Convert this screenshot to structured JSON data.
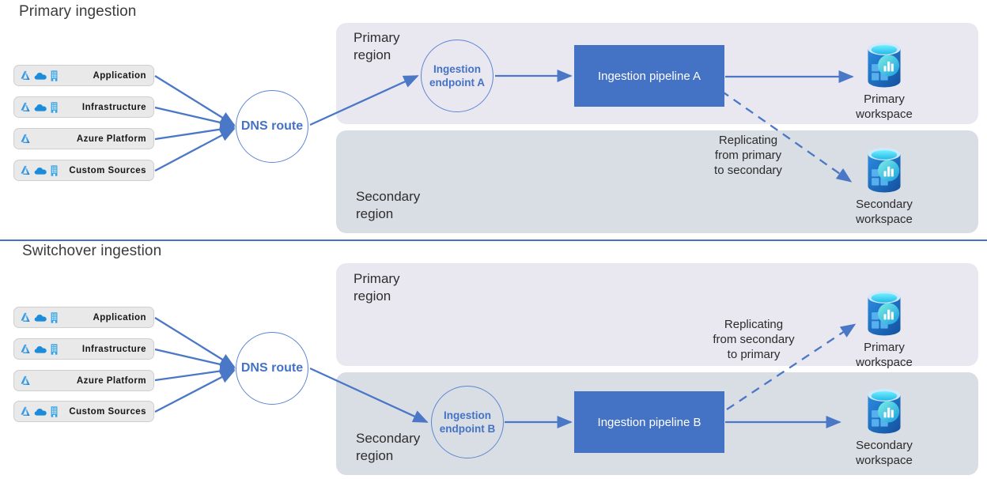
{
  "diagram": {
    "sections": [
      {
        "id": "primary-ingestion",
        "title": "Primary ingestion",
        "sources": [
          {
            "label": "Application",
            "icons": [
              "azure-logo-icon",
              "cloud-icon",
              "building-icon"
            ]
          },
          {
            "label": "Infrastructure",
            "icons": [
              "azure-logo-icon",
              "cloud-icon",
              "building-icon"
            ]
          },
          {
            "label": "Azure Platform",
            "icons": [
              "azure-logo-icon"
            ]
          },
          {
            "label": "Custom Sources",
            "icons": [
              "azure-logo-icon",
              "cloud-icon",
              "building-icon"
            ]
          }
        ],
        "router": {
          "label": "DNS\nroute"
        },
        "primary_region": {
          "label": "Primary\nregion",
          "endpoint": "Ingestion\nendpoint\nA",
          "pipeline": "Ingestion pipeline A",
          "workspace": "Primary\nworkspace"
        },
        "secondary_region": {
          "label": "Secondary\nregion",
          "endpoint": "",
          "pipeline": "",
          "workspace": "Secondary\nworkspace"
        },
        "replication_note": "Replicating\nfrom primary\nto secondary"
      },
      {
        "id": "switchover-ingestion",
        "title": "Switchover ingestion",
        "sources": [
          {
            "label": "Application",
            "icons": [
              "azure-logo-icon",
              "cloud-icon",
              "building-icon"
            ]
          },
          {
            "label": "Infrastructure",
            "icons": [
              "azure-logo-icon",
              "cloud-icon",
              "building-icon"
            ]
          },
          {
            "label": "Azure Platform",
            "icons": [
              "azure-logo-icon"
            ]
          },
          {
            "label": "Custom Sources",
            "icons": [
              "azure-logo-icon",
              "cloud-icon",
              "building-icon"
            ]
          }
        ],
        "router": {
          "label": "DNS\nroute"
        },
        "primary_region": {
          "label": "Primary\nregion",
          "endpoint": "",
          "pipeline": "",
          "workspace": "Primary\nworkspace"
        },
        "secondary_region": {
          "label": "Secondary\nregion",
          "endpoint": "Ingestion\nendpoint\nB",
          "pipeline": "Ingestion pipeline B",
          "workspace": "Secondary\nworkspace"
        },
        "replication_note": "Replicating\nfrom secondary\nto primary"
      }
    ],
    "colors": {
      "accent_blue": "#4472c4",
      "connector_blue": "#4a77c6",
      "primary_region_fill": "#e9e8f0",
      "secondary_region_fill": "#d9dee5",
      "source_pill_fill": "#e9e9e9",
      "divider": "#4472c4",
      "workspace_icon_body": "#1f6fc4",
      "workspace_icon_top": "#3ad0f0"
    },
    "icon_names": {
      "azure": "azure-logo-icon",
      "cloud": "cloud-icon",
      "building": "building-icon",
      "workspace": "log-analytics-workspace-icon",
      "solid_arrow": "solid-arrow-connector",
      "dashed_arrow": "dashed-arrow-connector"
    }
  }
}
